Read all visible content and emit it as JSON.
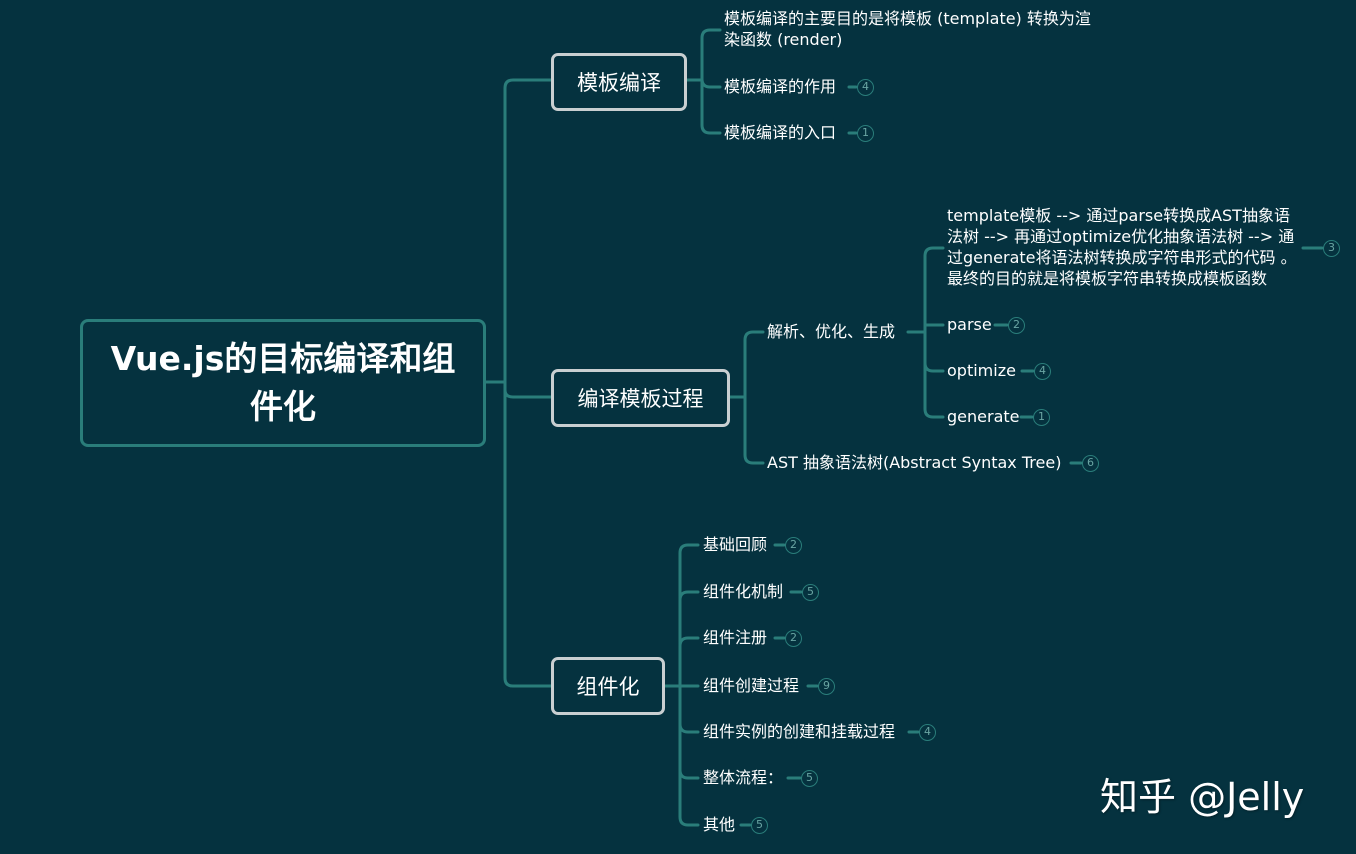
{
  "colors": {
    "background": "#05323f",
    "connector": "#2a7d7a",
    "branch_border": "#c9cfd1",
    "text": "#ffffff",
    "badge": "#6aa5a3"
  },
  "root": {
    "title": "Vue.js的目标编译和组件化"
  },
  "branches": [
    {
      "label": "模板编译",
      "children": [
        {
          "text": "模板编译的主要目的是将模板 (template) 转换为渲染函数 (render)"
        },
        {
          "text": "模板编译的作用",
          "badge": "4"
        },
        {
          "text": "模板编译的入口",
          "badge": "1"
        }
      ]
    },
    {
      "label": "编译模板过程",
      "children": [
        {
          "text": "解析、优化、生成",
          "children": [
            {
              "text": "template模板 --> 通过parse转换成AST抽象语法树 --> 再通过optimize优化抽象语法树 --> 通过generate将语法树转换成字符串形式的代码 。最终的目的就是将模板字符串转换成模板函数",
              "badge": "3"
            },
            {
              "text": "parse",
              "badge": "2"
            },
            {
              "text": "optimize",
              "badge": "4"
            },
            {
              "text": "generate",
              "badge": "1"
            }
          ]
        },
        {
          "text": "AST 抽象语法树(Abstract Syntax Tree)",
          "badge": "6"
        }
      ]
    },
    {
      "label": "组件化",
      "children": [
        {
          "text": "基础回顾",
          "badge": "2"
        },
        {
          "text": "组件化机制",
          "badge": "5"
        },
        {
          "text": "组件注册",
          "badge": "2"
        },
        {
          "text": "组件创建过程",
          "badge": "9"
        },
        {
          "text": "组件实例的创建和挂载过程",
          "badge": "4"
        },
        {
          "text": "整体流程：",
          "badge": "5"
        },
        {
          "text": "其他",
          "badge": "5"
        }
      ]
    }
  ],
  "watermark": "知乎 @Jelly"
}
